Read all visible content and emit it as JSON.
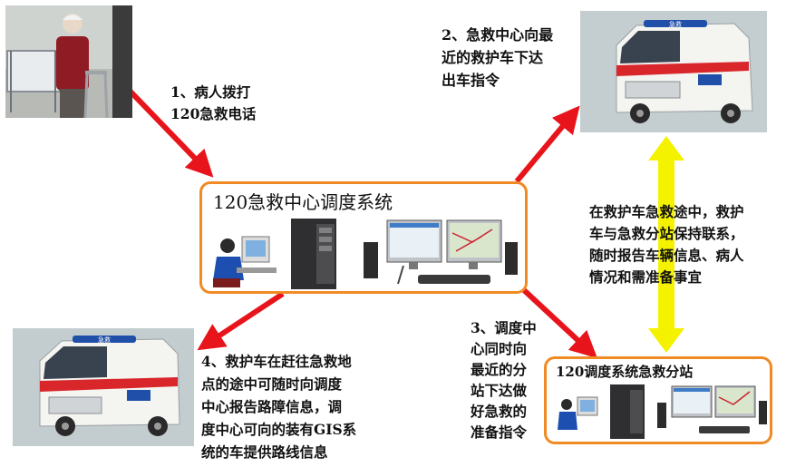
{
  "colors": {
    "arrow_red": "#e8141b",
    "arrow_yellow": "#f5f200",
    "box_border": "#f08a24",
    "ambulance_stripe": "#d8262b",
    "ambulance_blue": "#1f4fa8"
  },
  "steps": {
    "step1": "1、病人拨打\n120急救电话",
    "step2": "2、急救中心向最\n近的救护车下达\n出车指令",
    "step3": "3、调度中\n心同时向\n最近的分\n站下达做\n好急救的\n准备指令",
    "step4": "4、救护车在赶往急救地\n点的途中可随时向调度\n中心报告路障信息，调\n度中心可向的装有GIS系\n统的车提供路线信息",
    "communication": "在救护车急救途中，救护\n车与急救分站保持联系，\n随时报告车辆信息、病人\n情况和需准备事宜"
  },
  "center": {
    "title": "120急救中心调度系统"
  },
  "substation": {
    "title": "120调度系统急救分站"
  },
  "ambulance": {
    "roof_text": "急救",
    "side_text": "急救"
  }
}
